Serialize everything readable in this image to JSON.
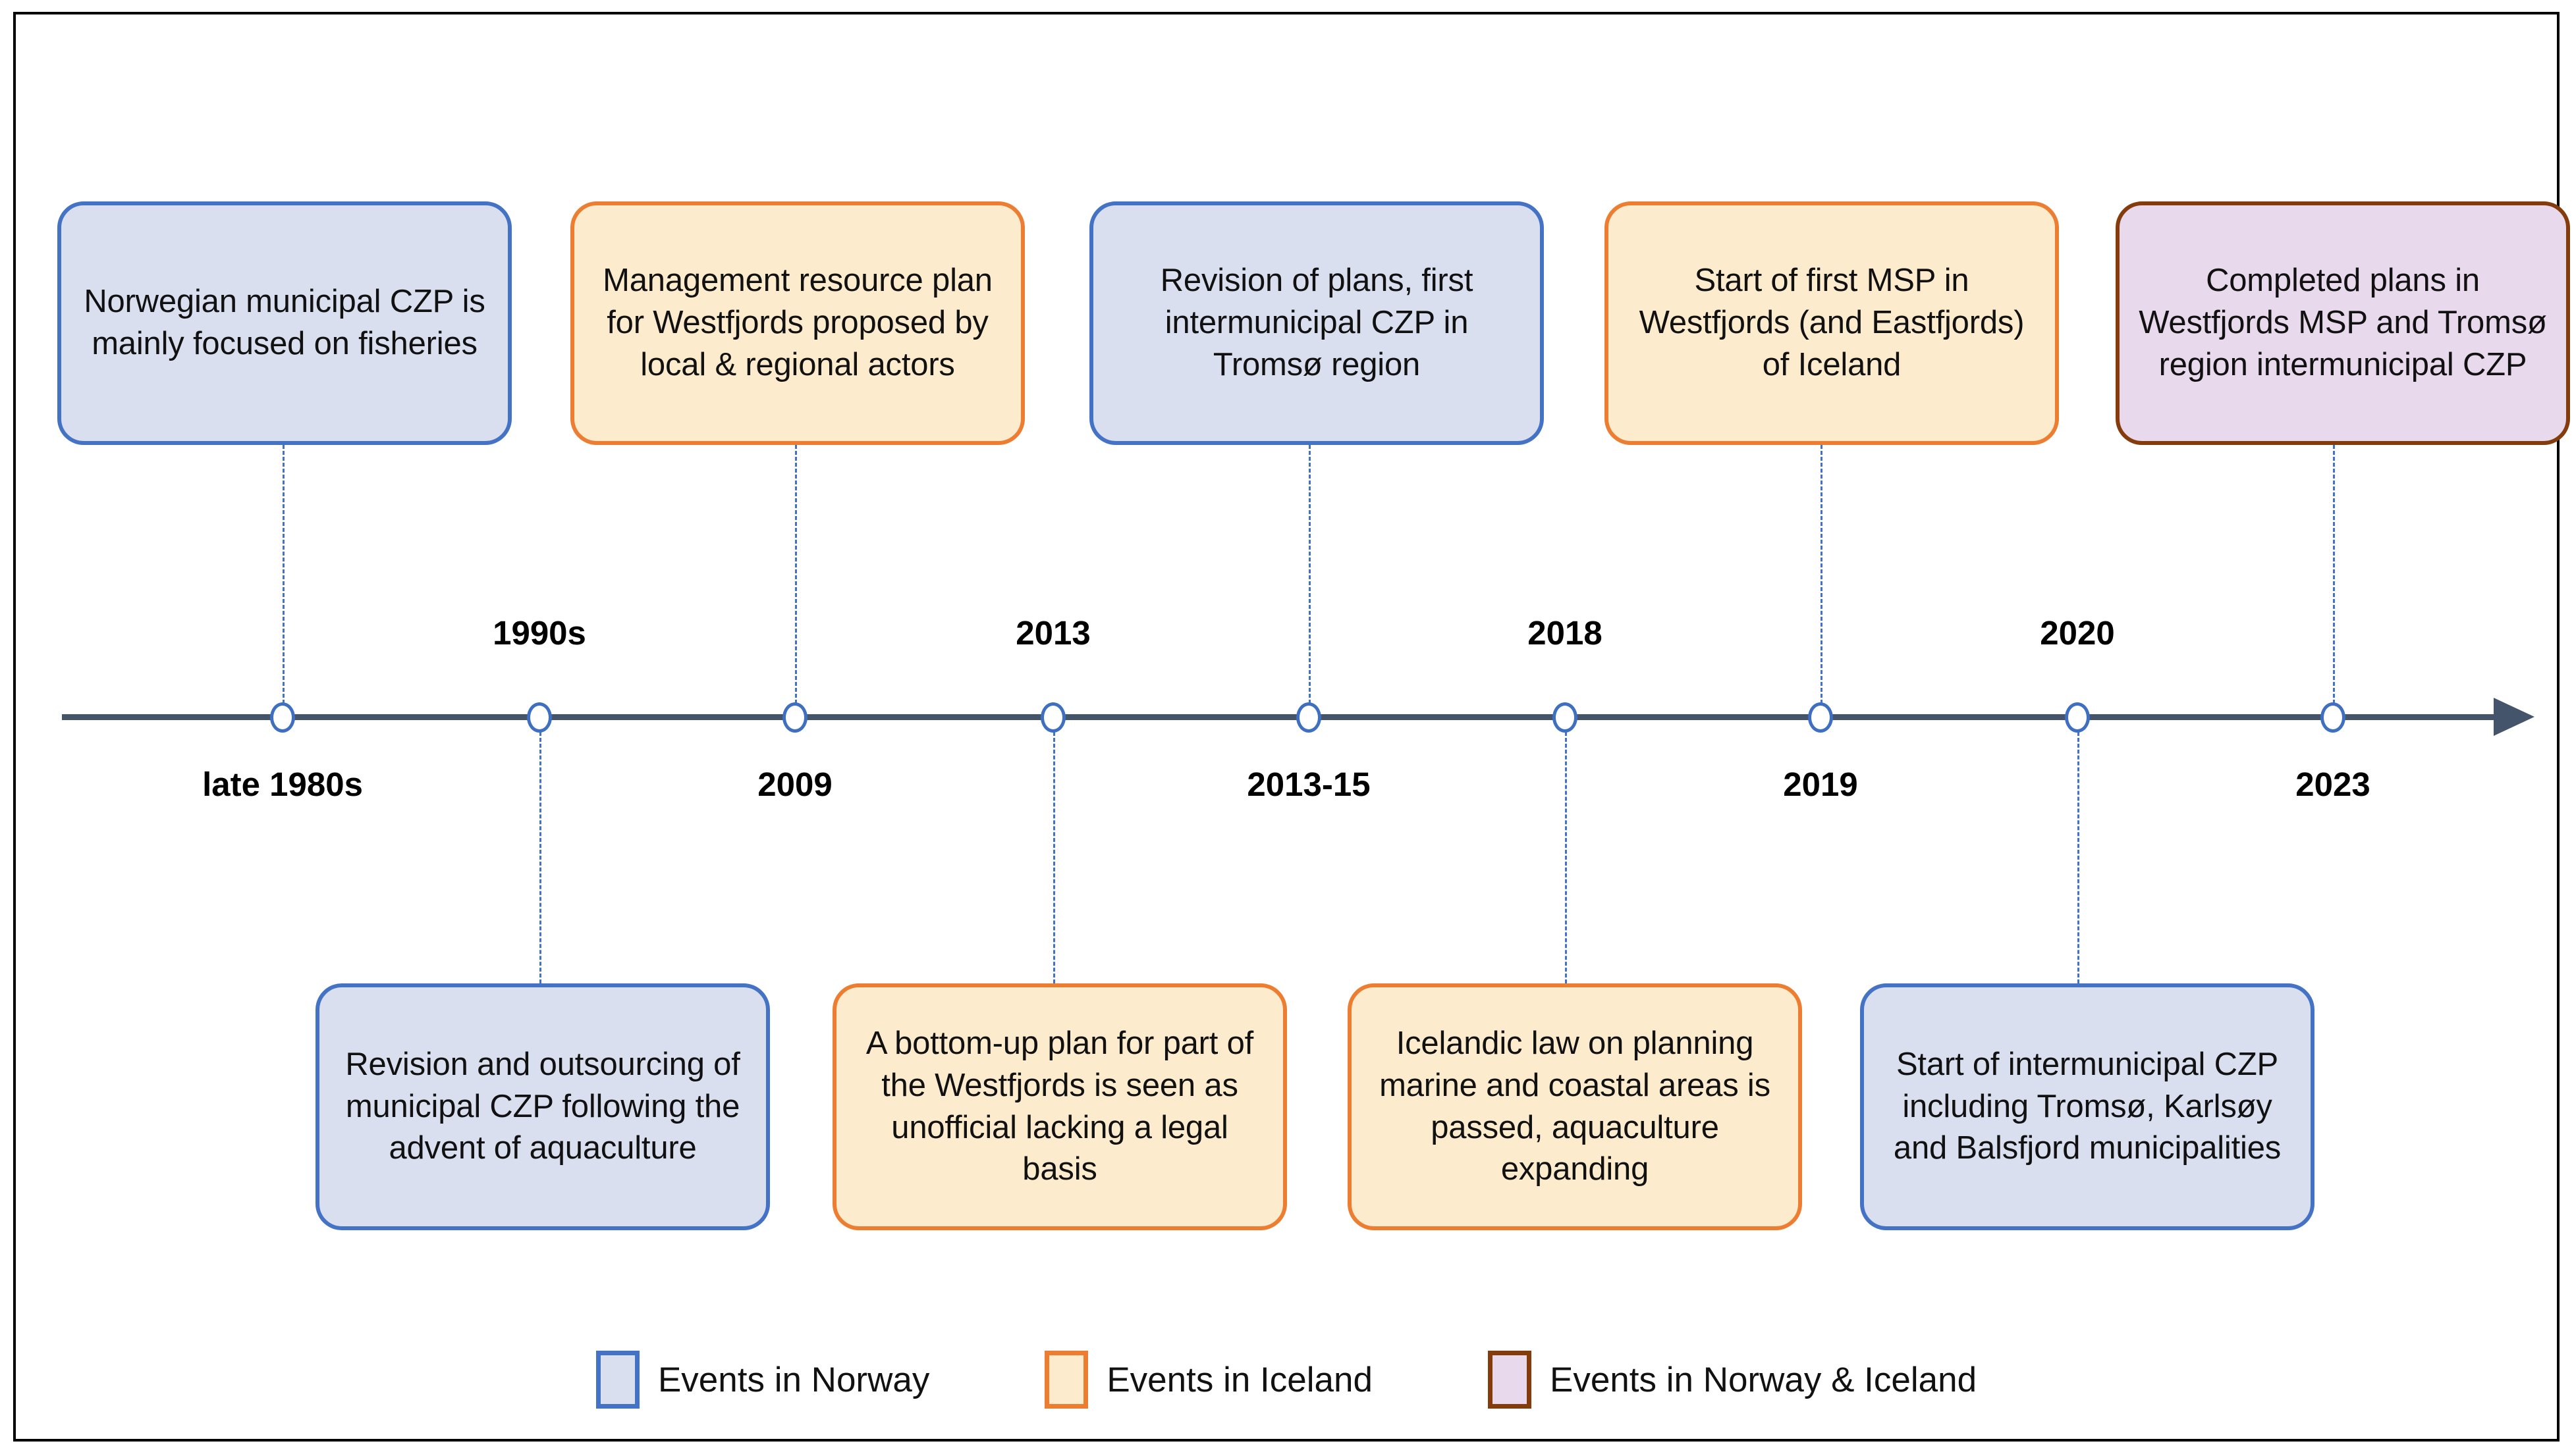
{
  "figure": {
    "type": "timeline",
    "orientation": "horizontal",
    "axis_arrow_direction": "right"
  },
  "timeline": {
    "markers": [
      {
        "year_label": "late 1980s",
        "label_position": "below",
        "box_position": "top",
        "category": "norway"
      },
      {
        "year_label": "1990s",
        "label_position": "above",
        "box_position": "bottom",
        "category": "norway"
      },
      {
        "year_label": "2009",
        "label_position": "below",
        "box_position": "top",
        "category": "iceland"
      },
      {
        "year_label": "2013",
        "label_position": "above",
        "box_position": "bottom",
        "category": "iceland"
      },
      {
        "year_label": "2013-15",
        "label_position": "below",
        "box_position": "top",
        "category": "norway"
      },
      {
        "year_label": "2018",
        "label_position": "above",
        "box_position": "bottom",
        "category": "iceland"
      },
      {
        "year_label": "2019",
        "label_position": "below",
        "box_position": "top",
        "category": "iceland"
      },
      {
        "year_label": "2020",
        "label_position": "above",
        "box_position": "bottom",
        "category": "norway"
      },
      {
        "year_label": "2023",
        "label_position": "below",
        "box_position": "top",
        "category": "both"
      }
    ]
  },
  "top_events": [
    {
      "text": "Norwegian municipal CZP is mainly focused on fisheries",
      "category": "norway",
      "year_label": "late 1980s"
    },
    {
      "text": "Management resource plan for Westfjords proposed by local & regional actors",
      "category": "iceland",
      "year_label": "2009"
    },
    {
      "text": "Revision of plans, first intermunicipal CZP in Tromsø region",
      "category": "norway",
      "year_label": "2013-15"
    },
    {
      "text": "Start of first MSP in Westfjords (and Eastfjords) of Iceland",
      "category": "iceland",
      "year_label": "2019"
    },
    {
      "text": "Completed plans in Westfjords MSP and Tromsø region intermunicipal CZP",
      "category": "both",
      "year_label": "2023"
    }
  ],
  "bottom_events": [
    {
      "text": "Revision and outsourcing of municipal CZP following the advent of aquaculture",
      "category": "norway",
      "year_label": "1990s"
    },
    {
      "text": "A bottom-up plan for part of the Westfjords is seen as unofficial lacking a legal basis",
      "category": "iceland",
      "year_label": "2013"
    },
    {
      "text": "Icelandic law on planning marine and coastal areas is passed, aquaculture expanding",
      "category": "iceland",
      "year_label": "2018"
    },
    {
      "text": "Start of intermunicipal CZP including Tromsø, Karlsøy and Balsfjord municipalities",
      "category": "norway",
      "year_label": "2020"
    }
  ],
  "legend": {
    "items": [
      {
        "label": "Events in Norway",
        "category": "norway"
      },
      {
        "label": "Events in Iceland",
        "category": "iceland"
      },
      {
        "label": "Events in Norway & Iceland",
        "category": "both"
      }
    ]
  },
  "colors": {
    "norway_fill": "#D9DFEF",
    "norway_border": "#4472C4",
    "iceland_fill": "#FCEBCD",
    "iceland_border": "#ED7D31",
    "both_fill": "#E9D9EC",
    "both_border": "#843C0C",
    "axis": "#44546A",
    "connector": "#4472C4",
    "frame": "#000000"
  }
}
